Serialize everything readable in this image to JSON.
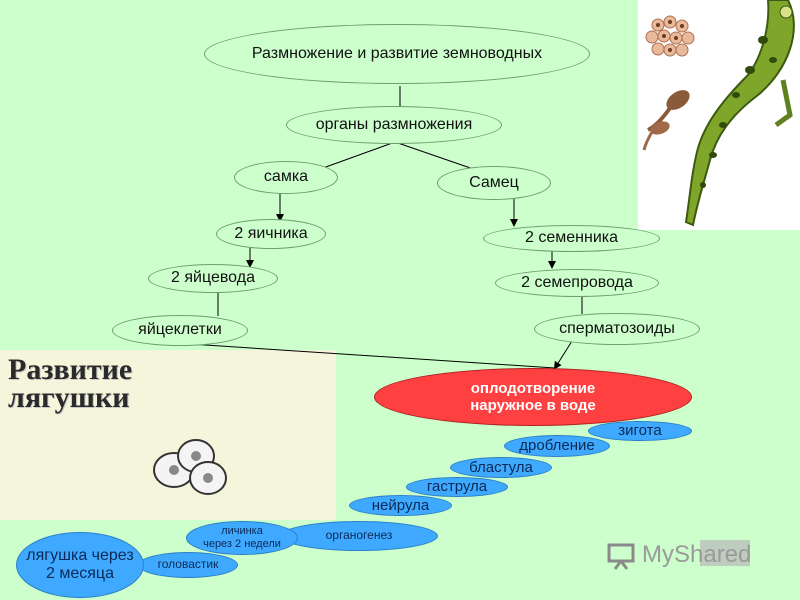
{
  "diagram": {
    "title": "Размножение и развитие земноводных",
    "organs": "органы размножения",
    "female": {
      "label": "самка",
      "ovaries": "2 яичника",
      "oviducts": "2 яйцевода",
      "eggs": "яйцеклетки"
    },
    "male": {
      "label": "Самец",
      "testes": "2 семенника",
      "ducts": "2 семепровода",
      "sperm": "сперматозоиды"
    },
    "fertilization": {
      "line1": "оплодотворение",
      "line2": "наружное в воде"
    },
    "stages": {
      "zygote": "зигота",
      "cleavage": "дробление",
      "blastula": "бластула",
      "gastrula": "гаструла",
      "neurula": "нейрула",
      "organogenesis": "органогенез",
      "larva_line1": "личинка",
      "larva_line2": "через 2 недели",
      "tadpole": "головастик",
      "frog_line1": "лягушка через",
      "frog_line2": "2 месяца"
    },
    "development_title_line1": "Развитие",
    "development_title_line2": "лягушки"
  },
  "watermark": "MyShared",
  "colors": {
    "background": "#ccffcc",
    "node_green": "#ccffcc",
    "node_blue": "#3fa9ff",
    "node_red": "#ff4040"
  },
  "icons": [
    "frog-illustration",
    "frog-egg-cells-illustration",
    "projector-icon"
  ]
}
